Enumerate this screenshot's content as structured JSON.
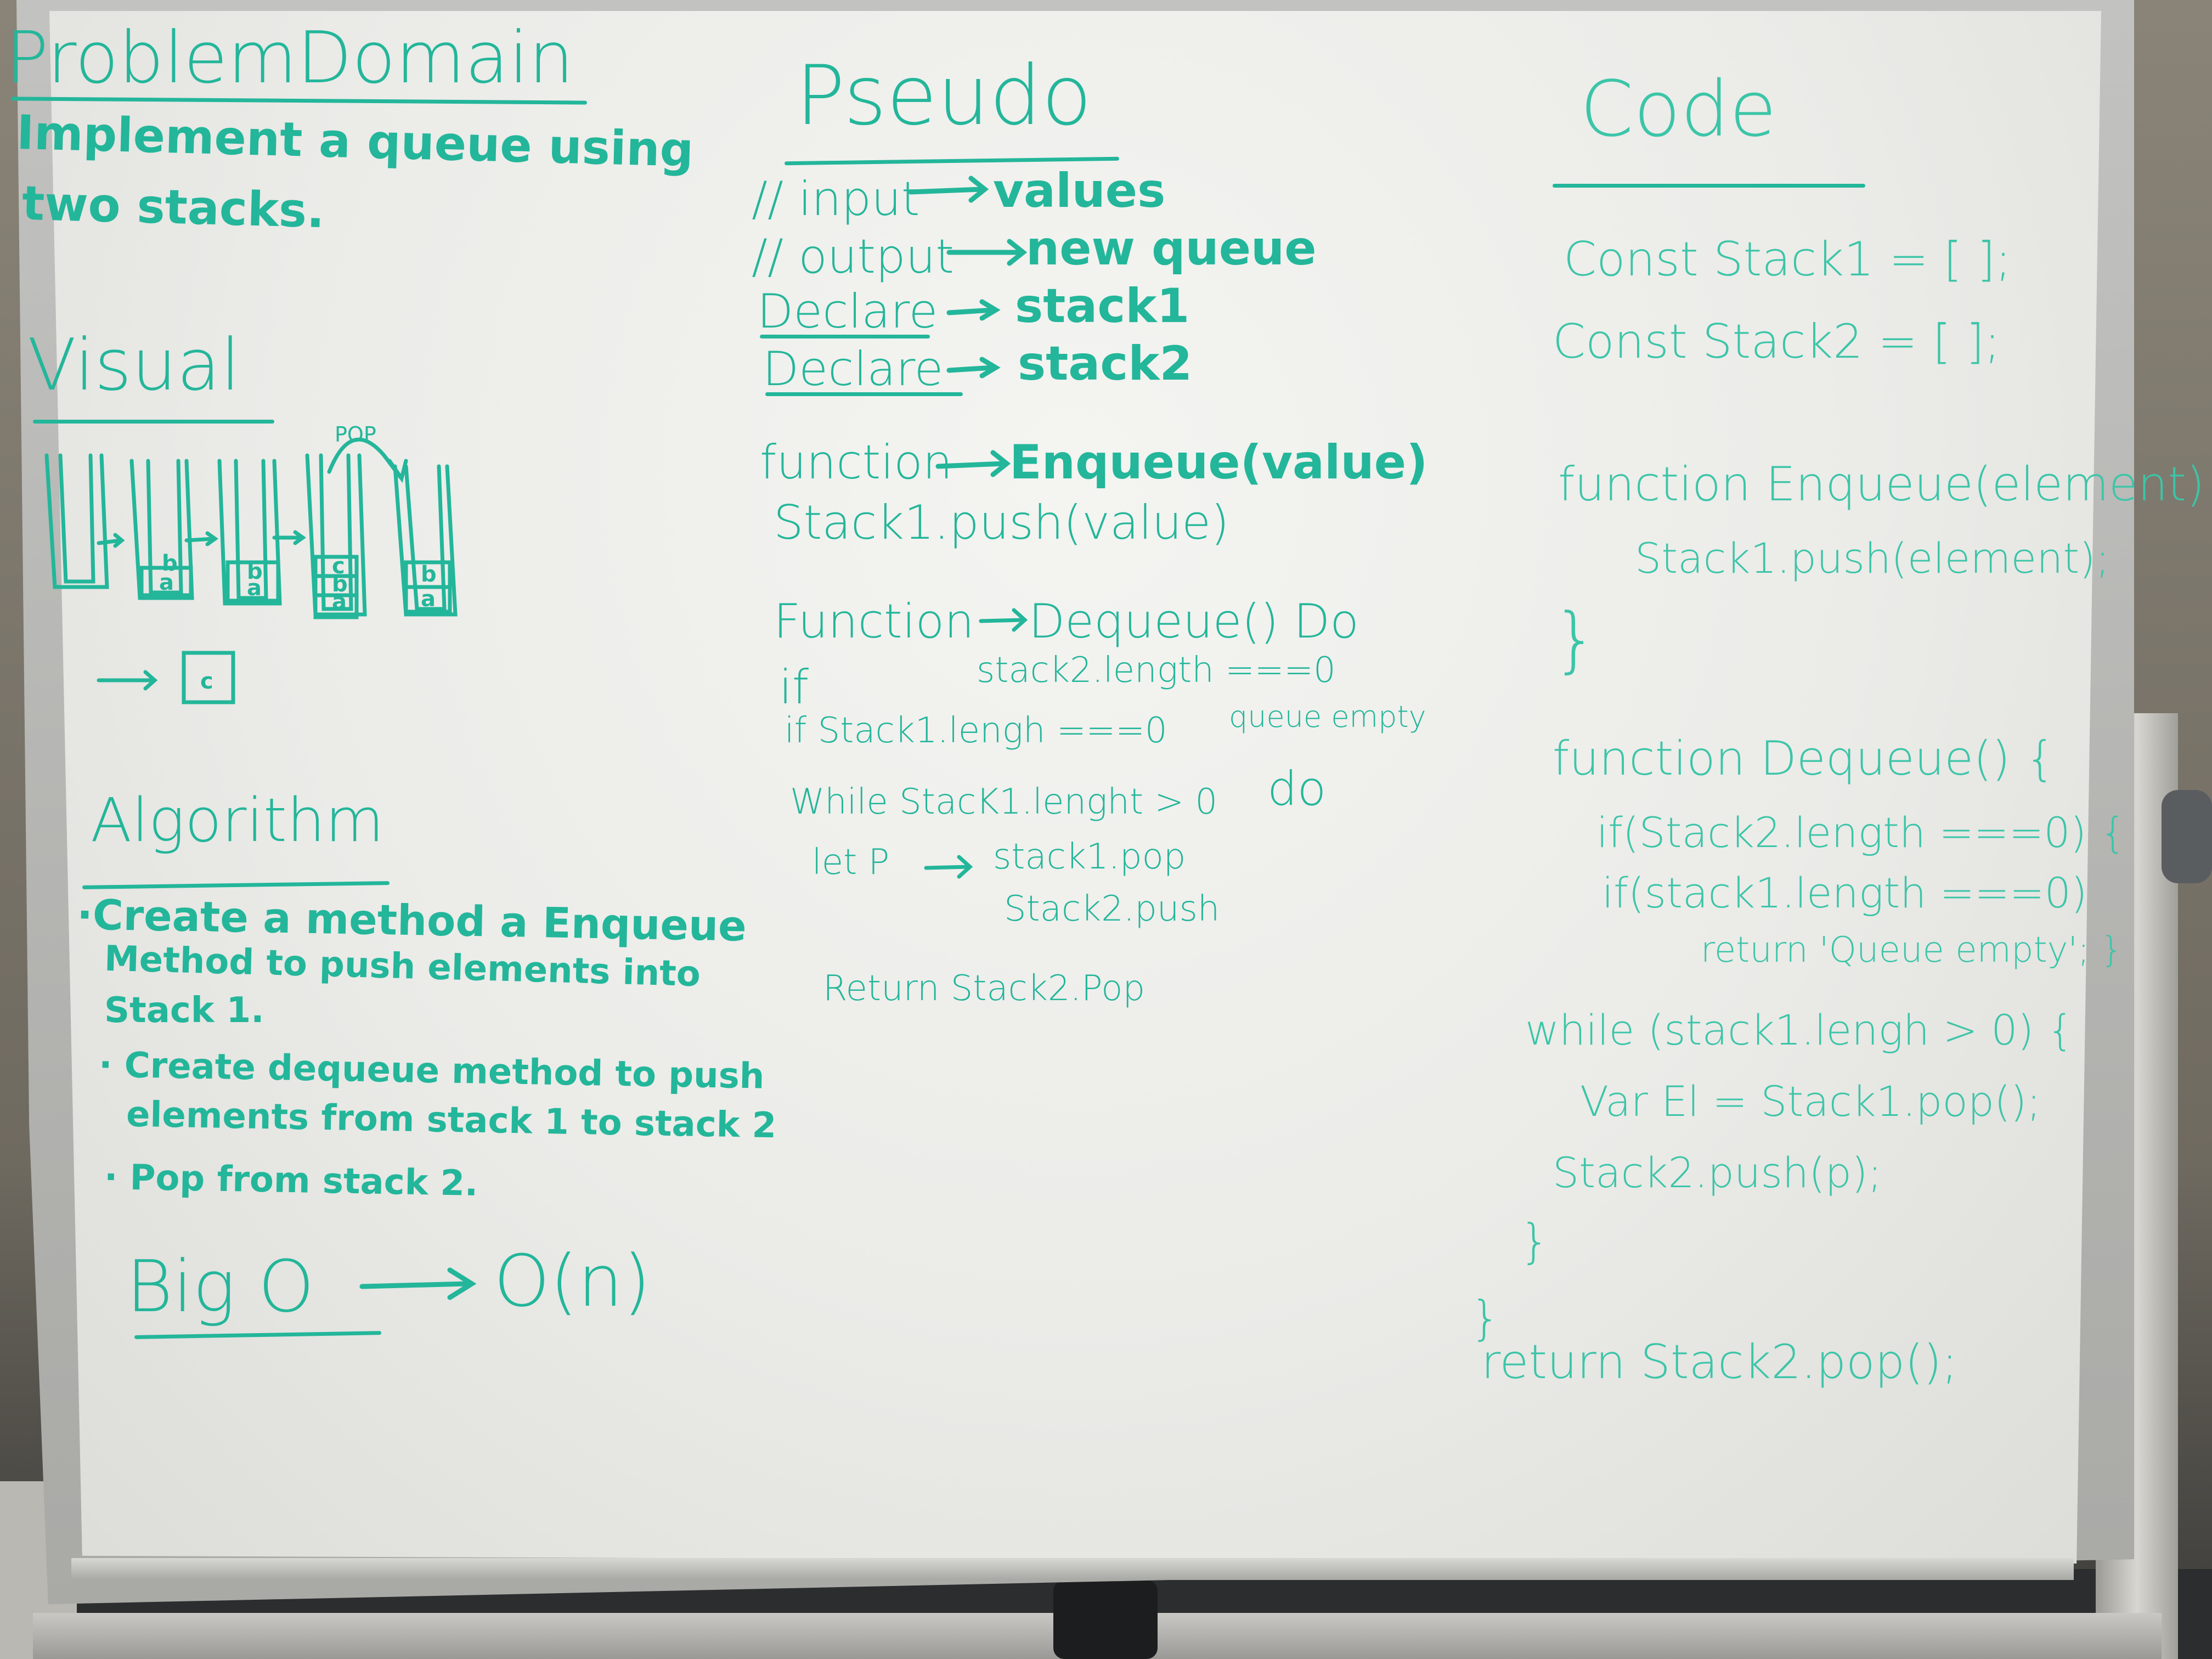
{
  "problem_domain": {
    "heading": "ProblemDomain",
    "lines": [
      "Implement a queue using",
      "two stacks."
    ]
  },
  "visual": {
    "heading": "Visual",
    "pop_label": "POP",
    "stack_letters": {
      "a": "a",
      "b": "b",
      "c": "c"
    },
    "arrow_item": "c"
  },
  "algorithm": {
    "heading": "Algorithm",
    "items": [
      "·Create a method a Enqueue",
      "Method to push elements into",
      "Stack 1.",
      "· Create dequeue method to push",
      "elements from stack 1 to stack 2",
      "· Pop from stack 2."
    ]
  },
  "big_o": {
    "label": "Big O",
    "value": "O(n)"
  },
  "pseudo": {
    "heading": "Pseudo",
    "lines": [
      "// input",
      "values",
      "// output",
      "new queue",
      "Declare",
      "stack1",
      "Declare",
      "stack2",
      "function",
      "Enqueue(value)",
      "Stack1.push(value)",
      "Function",
      "Dequeue() Do",
      "if",
      "stack2.length ===0",
      "if Stack1.lengh ===0",
      "queue empty",
      "While StacK1.lenght > 0",
      "do",
      "let P",
      "stack1.pop",
      "Stack2.push",
      "Return Stack2.Pop"
    ]
  },
  "code": {
    "heading": "Code",
    "lines": [
      "Const Stack1 = [ ];",
      "Const Stack2 = [ ];",
      "function Enqueue(element) {",
      "Stack1.push(element);",
      "}",
      "function Dequeue() {",
      "if(Stack2.length ===0) {",
      "if(stack1.length ===0)",
      "return 'Queue empty'; }",
      "while (stack1.lengh > 0) {",
      "Var El = Stack1.pop();",
      "Stack2.push(p);",
      "}",
      "}",
      "return Stack2.pop();"
    ]
  },
  "colors": {
    "marker": "#23b69a",
    "board": "#eeeeeb"
  }
}
